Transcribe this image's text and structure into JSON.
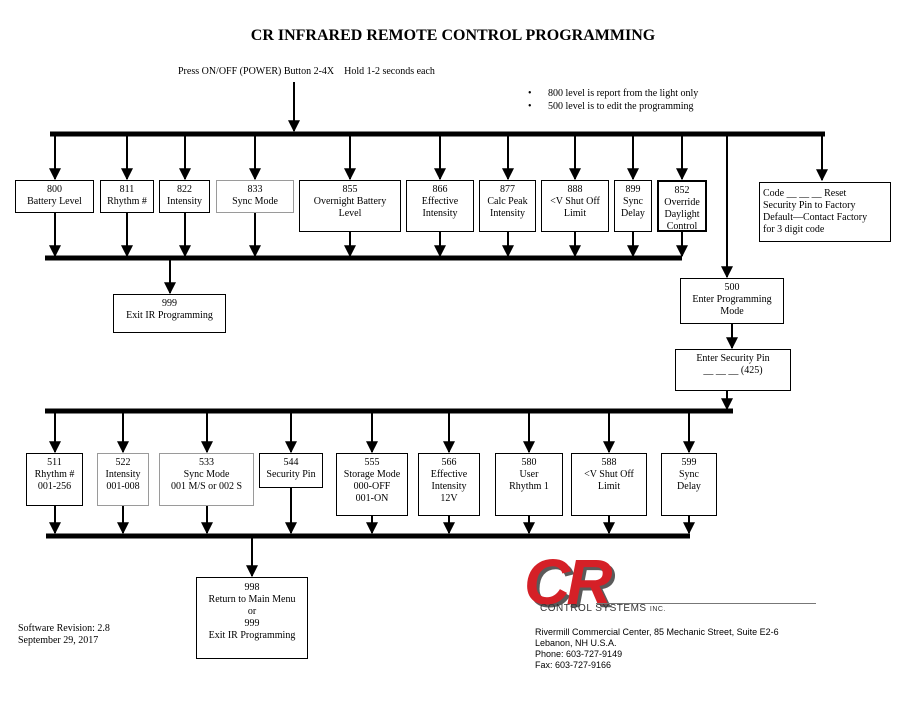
{
  "title": "CR INFRARED REMOTE CONTROL PROGRAMMING",
  "press_instruction": "Press ON/OFF (POWER) Button 2-4X    Hold 1-2 seconds each",
  "notes": [
    "800 level is report from the light only",
    "500 level is to edit the programming"
  ],
  "report_level": [
    {
      "code": "800",
      "label": [
        "Battery Level"
      ]
    },
    {
      "code": "811",
      "label": [
        "Rhythm #"
      ]
    },
    {
      "code": "822",
      "label": [
        "Intensity"
      ]
    },
    {
      "code": "833",
      "label": [
        "Sync Mode"
      ]
    },
    {
      "code": "855",
      "label": [
        "Overnight Battery",
        "Level"
      ]
    },
    {
      "code": "866",
      "label": [
        "Effective",
        "Intensity"
      ]
    },
    {
      "code": "877",
      "label": [
        "Calc Peak",
        "Intensity"
      ]
    },
    {
      "code": "888",
      "label": [
        "<V Shut Off",
        "Limit"
      ]
    },
    {
      "code": "899",
      "label": [
        "Sync",
        "Delay"
      ]
    },
    {
      "code": "852",
      "label": [
        "Override",
        "Daylight",
        "Control"
      ]
    }
  ],
  "code_reset": [
    "Code __ __ __  Reset",
    "Security Pin to Factory",
    "Default—Contact Factory",
    "for 3 digit code"
  ],
  "exit_report": {
    "code": "999",
    "label": "Exit IR Programming"
  },
  "enter_programming": {
    "code": "500",
    "label": [
      "Enter Programming",
      "Mode"
    ]
  },
  "security_pin": {
    "label": "Enter Security Pin",
    "value": "__ __ __ (425)"
  },
  "edit_level": [
    {
      "code": "511",
      "label": [
        "Rhythm #",
        "001-256"
      ]
    },
    {
      "code": "522",
      "label": [
        "Intensity",
        "001-008"
      ]
    },
    {
      "code": "533",
      "label": [
        "Sync Mode",
        "001 M/S or 002 S"
      ]
    },
    {
      "code": "544",
      "label": [
        "Security Pin"
      ]
    },
    {
      "code": "555",
      "label": [
        "Storage Mode",
        "000-OFF",
        "001-ON"
      ]
    },
    {
      "code": "566",
      "label": [
        "Effective",
        "Intensity",
        "12V"
      ]
    },
    {
      "code": "580",
      "label": [
        "User",
        "Rhythm 1"
      ]
    },
    {
      "code": "588",
      "label": [
        "<V Shut Off",
        "Limit"
      ]
    },
    {
      "code": "599",
      "label": [
        "Sync",
        "Delay"
      ]
    }
  ],
  "return_box": {
    "lines": [
      "998",
      "Return to Main Menu",
      "or",
      "999",
      "Exit IR Programming"
    ]
  },
  "software": {
    "revision": "Software Revision: 2.8",
    "date": "September 29, 2017"
  },
  "logo": {
    "letters": "CR",
    "name": "CONTROL SYSTEMS",
    "suffix": "INC.",
    "red": "#d52027"
  },
  "address": {
    "line1": "Rivermill Commercial Center, 85 Mechanic Street, Suite E2-6",
    "line2": "Lebanon, NH  U.S.A.",
    "phone": "Phone: 603-727-9149",
    "fax": "Fax: 603-727-9166"
  }
}
